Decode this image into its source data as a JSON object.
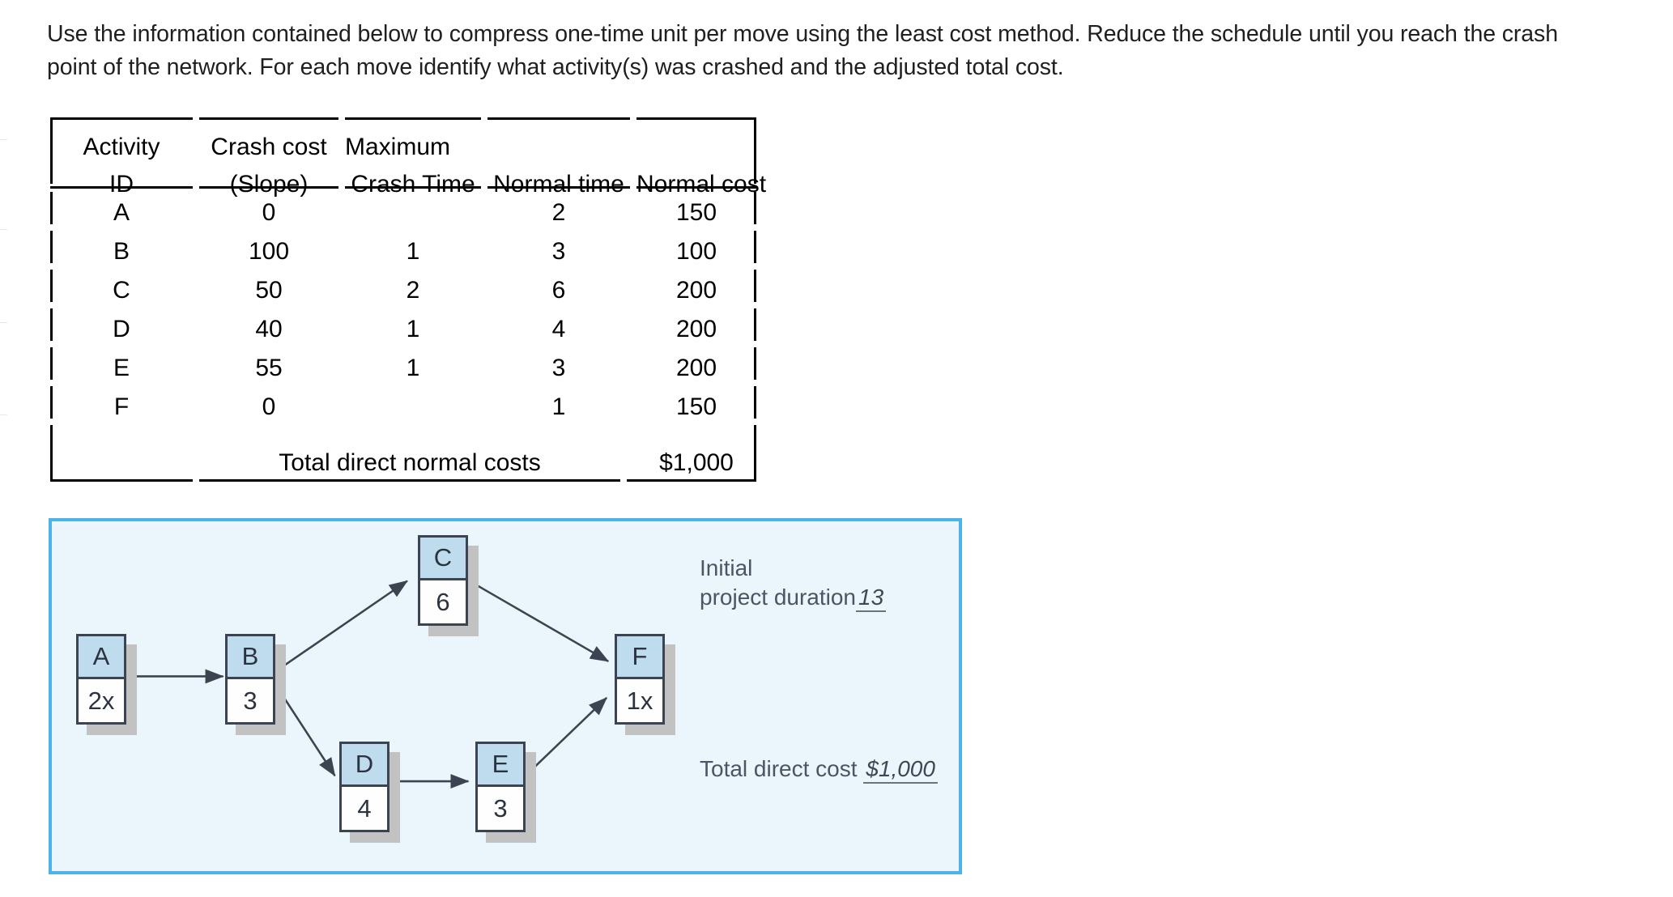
{
  "prompt": {
    "text": "Use the information contained below to compress one-time unit per move using the least cost method. Reduce the schedule until you reach the crash point of the network. For each move identify what activity(s) was crashed and the adjusted total cost."
  },
  "table": {
    "headers_line1": [
      "Activity",
      "Crash cost",
      "Maximum",
      "",
      ""
    ],
    "headers_line2": [
      "ID",
      "(Slope)",
      "Crash Time",
      "Normal time",
      "Normal cost"
    ],
    "rows": [
      {
        "id": "A",
        "crash_cost_slope": "0",
        "max_crash_time": "",
        "normal_time": "2",
        "normal_cost": "150"
      },
      {
        "id": "B",
        "crash_cost_slope": "100",
        "max_crash_time": "1",
        "normal_time": "3",
        "normal_cost": "100"
      },
      {
        "id": "C",
        "crash_cost_slope": "50",
        "max_crash_time": "2",
        "normal_time": "6",
        "normal_cost": "200"
      },
      {
        "id": "D",
        "crash_cost_slope": "40",
        "max_crash_time": "1",
        "normal_time": "4",
        "normal_cost": "200"
      },
      {
        "id": "E",
        "crash_cost_slope": "55",
        "max_crash_time": "1",
        "normal_time": "3",
        "normal_cost": "200"
      },
      {
        "id": "F",
        "crash_cost_slope": "0",
        "max_crash_time": "",
        "normal_time": "1",
        "normal_cost": "150"
      }
    ],
    "total_label": "Total direct normal costs",
    "total_value": "$1,000"
  },
  "network": {
    "nodes": [
      {
        "id": "A",
        "duration": "2x"
      },
      {
        "id": "B",
        "duration": "3"
      },
      {
        "id": "C",
        "duration": "6"
      },
      {
        "id": "D",
        "duration": "4"
      },
      {
        "id": "E",
        "duration": "3"
      },
      {
        "id": "F",
        "duration": "1x"
      }
    ],
    "notes": {
      "duration_label_line1": "Initial",
      "duration_label_line2": "project duration",
      "duration_value": "13",
      "cost_label": "Total direct cost",
      "cost_value": "$1,000"
    },
    "colors": {
      "panel_border": "#4cb2e8",
      "panel_fill": "#eaf6fc",
      "node_header": "#bfdcef",
      "node_border": "#3d4451",
      "node_shadow": "#c2c2c2"
    }
  }
}
